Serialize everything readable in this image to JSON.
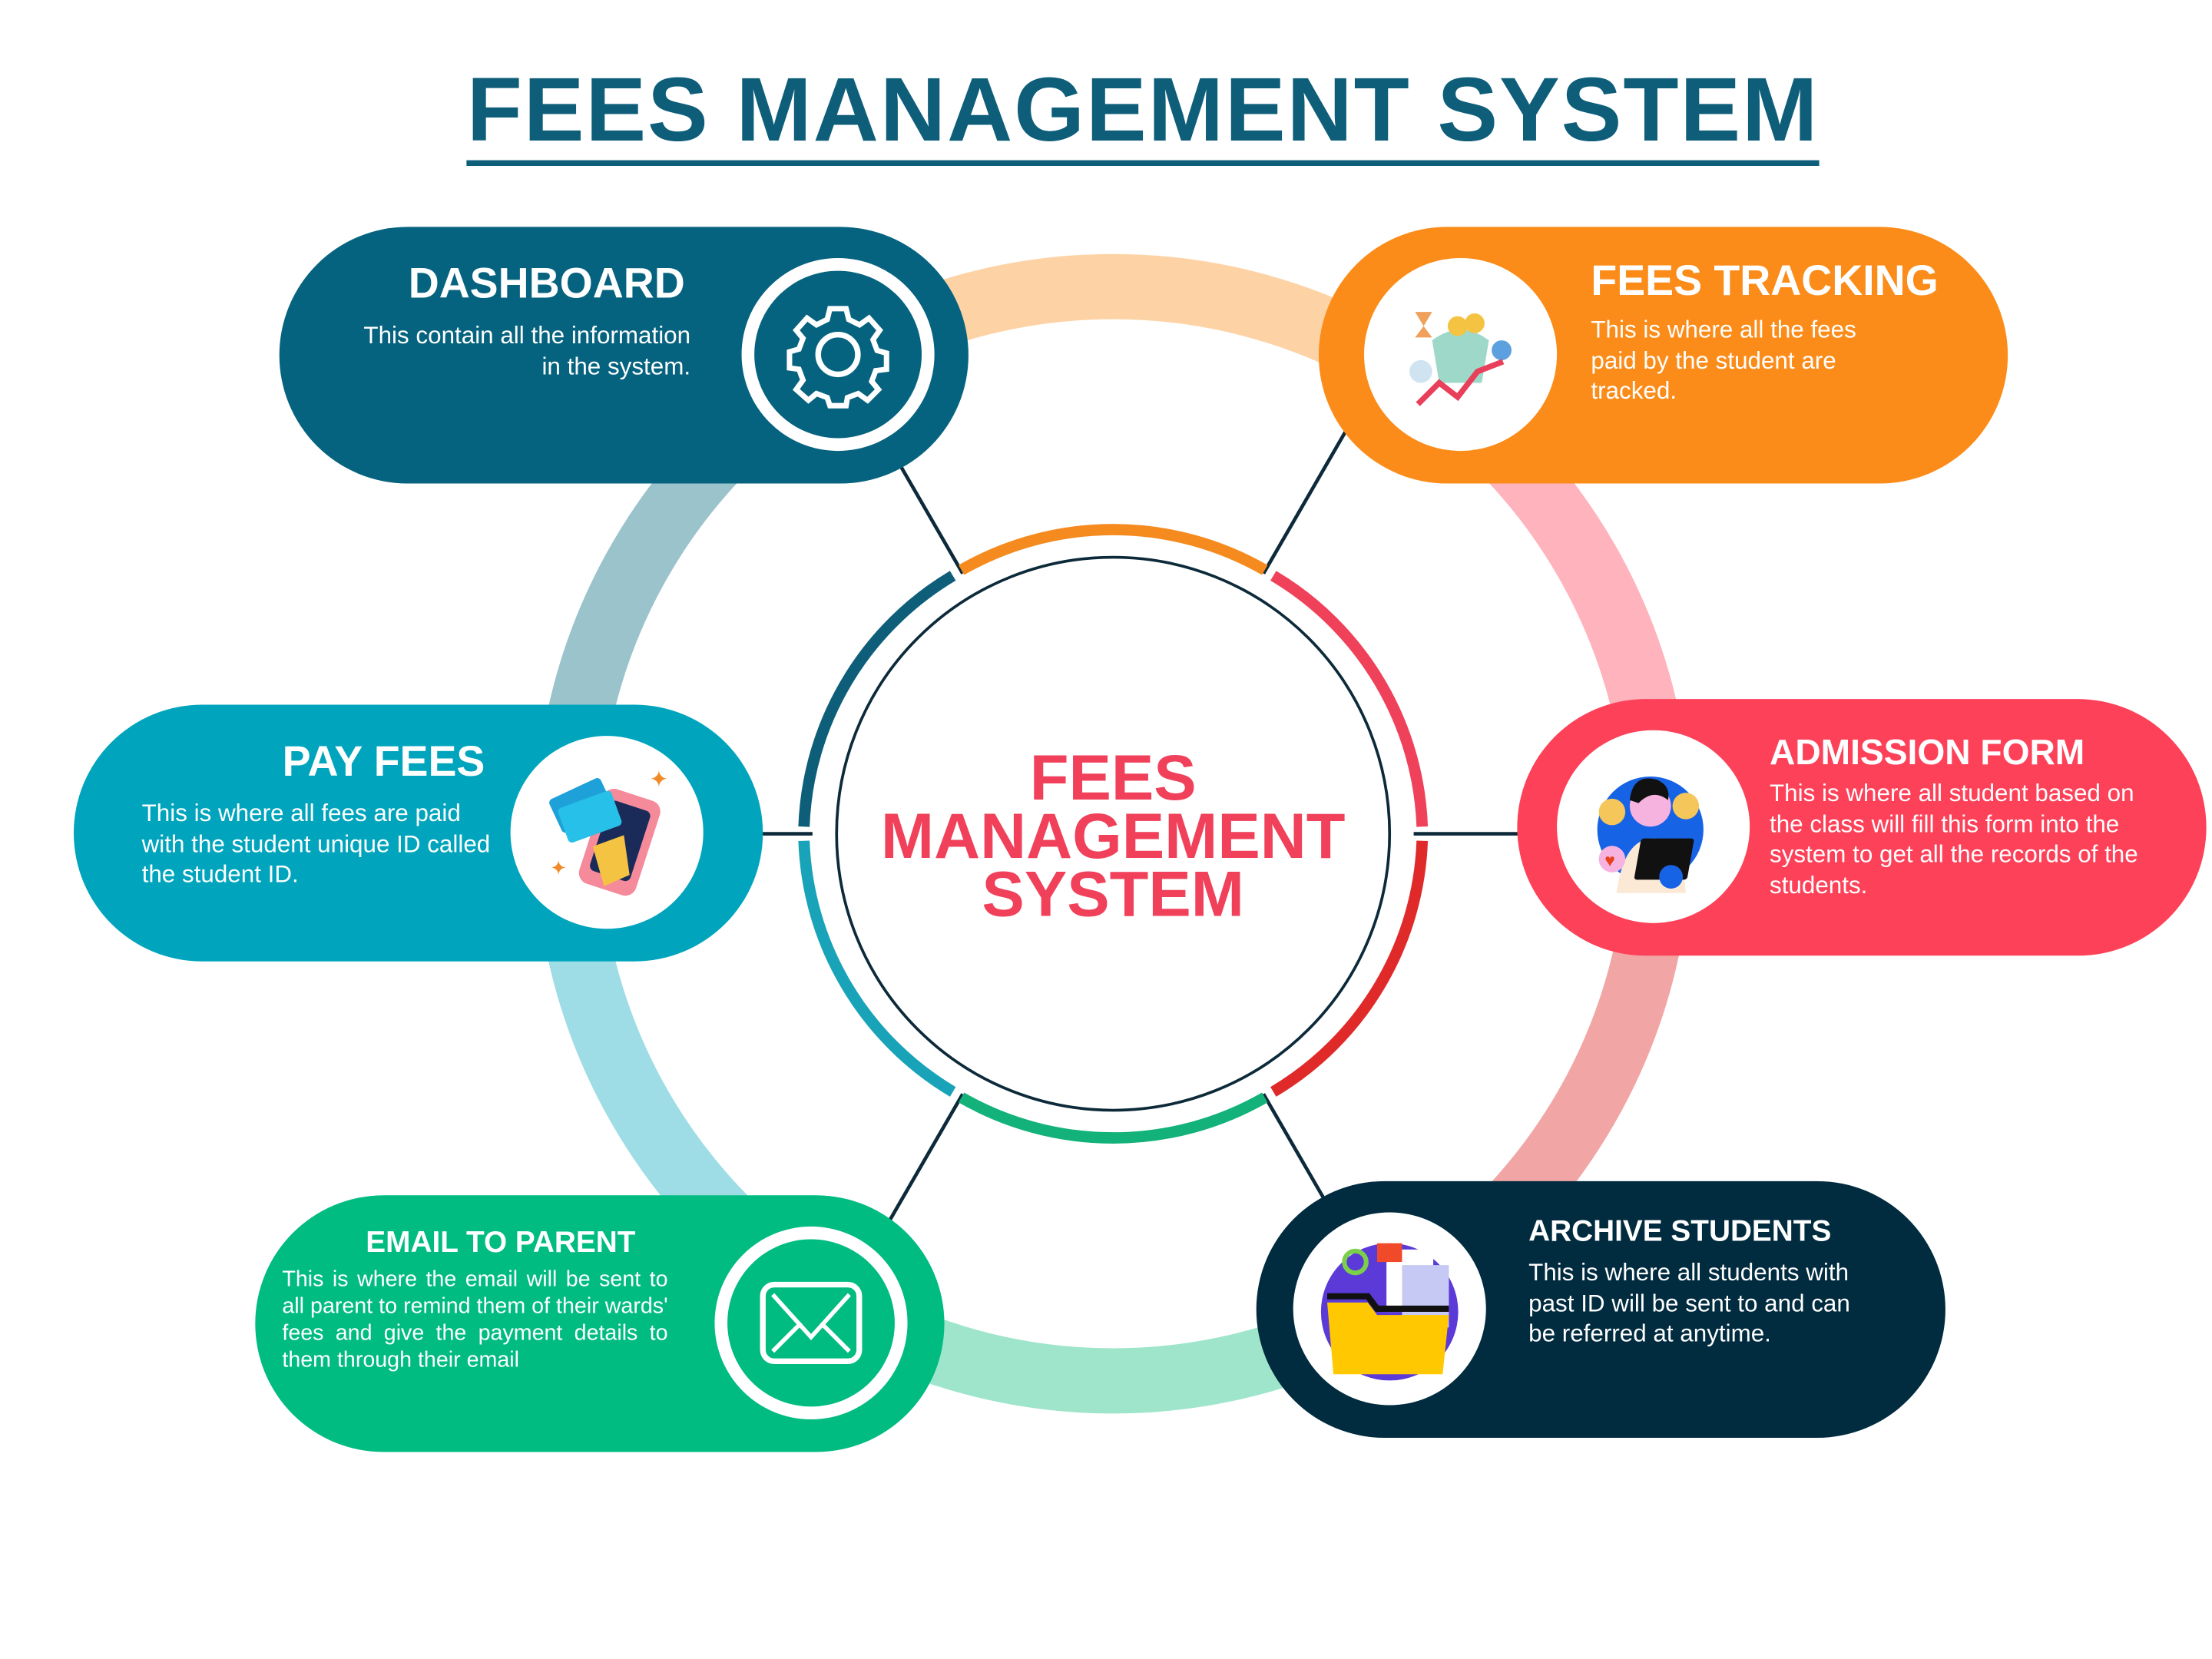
{
  "title": "FEES MANAGEMENT SYSTEM",
  "center": {
    "line1": "FEES",
    "line2": "MANAGEMENT",
    "line3": "SYSTEM"
  },
  "colors": {
    "dashboard": "#06637f",
    "fees_tracking": "#fb8c1a",
    "pay_fees": "#00a5bd",
    "admission": "#fd4159",
    "email": "#00bc80",
    "archive": "#012b3f",
    "title": "#0e5e7a",
    "center": "#f0405a"
  },
  "modules": {
    "dashboard": {
      "title": "DASHBOARD",
      "desc": "This contain all the information in the system.",
      "icon": "gear-icon"
    },
    "fees_tracking": {
      "title": "FEES TRACKING",
      "desc": "This is where all the fees paid by the student are tracked.",
      "icon": "money-growth-icon"
    },
    "pay_fees": {
      "title": "PAY FEES",
      "desc": "This is where all fees are paid with the student unique ID called the student ID.",
      "icon": "phone-payment-icon"
    },
    "admission": {
      "title": "ADMISSION FORM",
      "desc": "This is where all student based on the class will fill this form into the system to get all the records of the students.",
      "icon": "student-laptop-icon"
    },
    "email": {
      "title": "EMAIL TO PARENT",
      "desc": "This is where the email will be sent to all parent to remind them of their wards' fees and give the payment details to them through their email",
      "icon": "envelope-icon"
    },
    "archive": {
      "title": "ARCHIVE STUDENTS",
      "desc": "This is where all students with past ID will be sent to and can be referred at anytime.",
      "icon": "folder-icon"
    }
  }
}
